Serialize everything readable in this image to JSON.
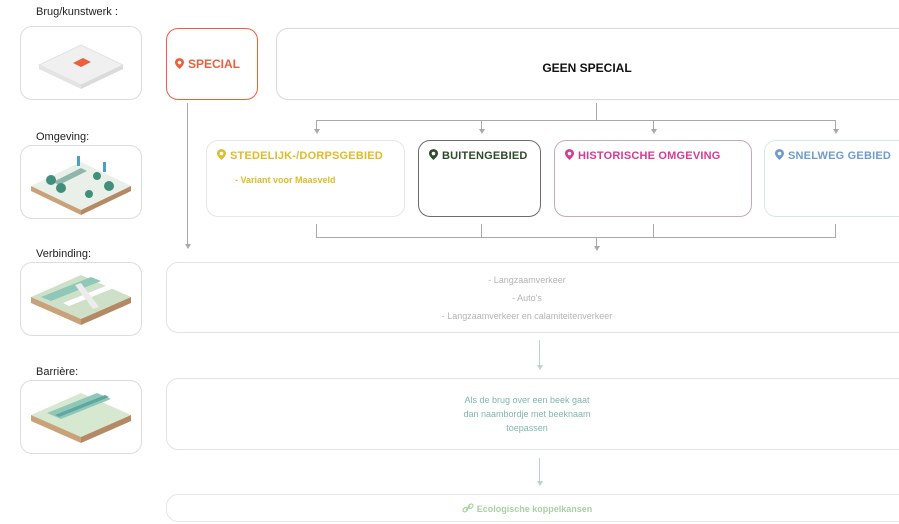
{
  "colors": {
    "special": "#e8603c",
    "stedelijk": "#e0bb2a",
    "buitengebied": "#2d4a2a",
    "historisch": "#d63a93",
    "snelweg": "#6f9ccf",
    "teal": "#9cc9be",
    "green": "#a6d3a0"
  },
  "labels": {
    "brug": "Brug/kunstwerk :",
    "omgeving": "Omgeving:",
    "verbinding": "Verbinding:",
    "barriere": "Barrière:"
  },
  "boxes": {
    "special": "SPECIAL",
    "geen_special": "GEEN SPECIAL",
    "stedelijk": {
      "title": "STEDELIJK-/DORPSGEBIED",
      "subtitle": "- Variant voor Maasveld"
    },
    "buitengebied": "BUITENGEBIED",
    "historisch": "HISTORISCHE OMGEVING",
    "snelweg": "SNELWEG GEBIED",
    "verbinding_items": [
      "- Langzaamverkeer",
      "- Auto's",
      "- Langzaamverkeer en calamiteitenverkeer"
    ],
    "barriere_lines": [
      "Als de brug over een beek gaat",
      "dan naambordje met beeknaam",
      "toepassen"
    ],
    "eco": "Ecologische koppelkansen"
  },
  "icons": {
    "pin": "map-pin-icon",
    "link": "link-icon"
  }
}
